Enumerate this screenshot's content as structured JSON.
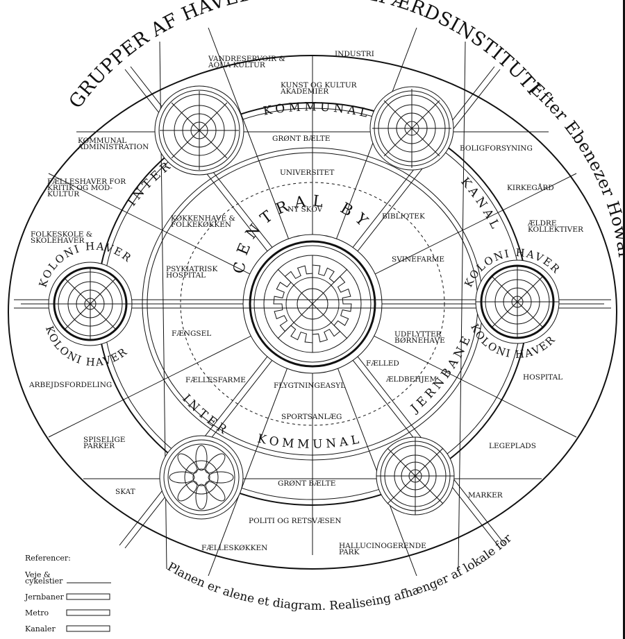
{
  "title": "GRUPPER AF HAVEBYER OG VELFÆRDSINSTITUTIONER",
  "author": "Efter Ebenezer Howard",
  "footnote": "Planen er alene et diagram. Realiseing afhænger af lokale forhold.",
  "ring_labels": {
    "kommunal_top": "KOMMUNAL",
    "kommunal_bottom": "KOMMUNAL",
    "inter_top": "INTER",
    "inter_bottom": "INTER",
    "kanal": "KANAL",
    "jernbane": "JERNBANE",
    "central_city": "CENTRAL BY",
    "koloni_haver_left_top": "KOLONI HAVER",
    "koloni_haver_left_bottom": "KOLONI HAVER",
    "koloni_haver_right_top": "KOLONI HAVER",
    "koloni_haver_right_bottom": "KOLONI HAVER"
  },
  "labels": {
    "vandreservoir": [
      "VANDRESERVOIR &",
      "AQUA KULTUR"
    ],
    "industri": [
      "INDUSTRI"
    ],
    "kunst": [
      "KUNST OG KULTUR",
      "AKADEMIER"
    ],
    "kommunal_admin": [
      "KOMMUNAL",
      "ADMINISTRATION"
    ],
    "boligforsyning": [
      "BOLIGFORSYNING"
    ],
    "groent_baelte_top": [
      "GRØNT BÆLTE"
    ],
    "universitet": [
      "UNIVERSITET"
    ],
    "faelleshaver": [
      "FÆLLESHAVER FOR",
      "KRITIK OG MOD-",
      "KULTUR"
    ],
    "kirkegaard": [
      "KIRKEGÅRD"
    ],
    "ny_skov": [
      "NY SKOV"
    ],
    "bibliotek": [
      "BIBLIOTEK"
    ],
    "koekkenhave": [
      "KØKKENHAVE &",
      "FOLKEKØKKEN"
    ],
    "aeldre": [
      "ÆLDRE",
      "KOLLEKTIVER"
    ],
    "folkeskole": [
      "FOLKESKOLE &",
      "SKOLEHAVER"
    ],
    "svinefarme": [
      "SVINEFARME"
    ],
    "psykiatrisk": [
      "PSYKIATRISK",
      "HOSPITAL"
    ],
    "faengsel": [
      "FÆNGSEL"
    ],
    "udflytter": [
      "UDFLYTTER",
      "BØRNEHAVE"
    ],
    "faelled": [
      "FÆLLED"
    ],
    "hospital": [
      "HOSPITAL"
    ],
    "arbejdsfordeling": [
      "ARBEJDSFORDELING"
    ],
    "faellesfarme": [
      "FÆLLESFARME"
    ],
    "flygtningeasyl": [
      "FLYGTNINGEASYL"
    ],
    "aeldbehjem": [
      "ÆLDBEHJEM"
    ],
    "sportsanlaeg": [
      "SPORTSANLÆG"
    ],
    "spiselige": [
      "SPISELIGE",
      "PARKER"
    ],
    "legeplads": [
      "LEGEPLADS"
    ],
    "groent_baelte_bottom": [
      "GRØNT BÆLTE"
    ],
    "skat": [
      "SKAT"
    ],
    "marker": [
      "MARKER"
    ],
    "politi": [
      "POLITI OG RETSVÆSEN"
    ],
    "faelleskoekken": [
      "FÆLLESKØKKEN"
    ],
    "hallucinogene": [
      "HALLUCINOGERENDE",
      "PARK"
    ]
  },
  "legend": {
    "title": "Referencer:",
    "items": [
      {
        "label": [
          "Veje &",
          "cykelstier"
        ],
        "style": "line"
      },
      {
        "label": [
          "Jernbaner"
        ],
        "style": "box"
      },
      {
        "label": [
          "Metro"
        ],
        "style": "box"
      },
      {
        "label": [
          "Kanaler"
        ],
        "style": "box"
      }
    ]
  }
}
